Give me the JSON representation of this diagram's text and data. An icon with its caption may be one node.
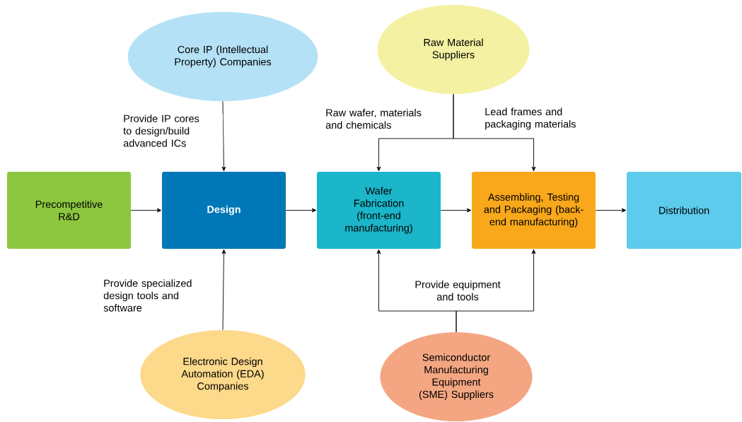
{
  "diagram": {
    "nodes": [
      {
        "text": [
          "Core IP (Intellectual Property) Companies"
        ]
      },
      {
        "text": [
          "Raw Material Suppliers"
        ]
      },
      {
        "text": [
          "Precompetitive R&D"
        ]
      },
      {
        "text": [
          "Design"
        ]
      },
      {
        "text": [
          "Wafer Fabrication (front-end manufacturing)"
        ]
      },
      {
        "text": [
          "Assembling, Testing and Packaging (back-end manufacturing)"
        ]
      },
      {
        "text": [
          "Distribution"
        ]
      },
      {
        "text": [
          "Electronic Design Automation (EDA) Companies"
        ]
      },
      {
        "text": [
          "Semiconductor Manufacturing Equipment (SME) Suppliers"
        ]
      }
    ],
    "edges": [
      {
        "from": 0,
        "to": 3,
        "arrow": "to",
        "label": "Provide IP cores to design/build advanced ICs"
      },
      {
        "from": 7,
        "to": 3,
        "arrow": "to",
        "label": "Provide specialized design tools and software"
      },
      {
        "from": 1,
        "to": 4,
        "arrow": "to",
        "label": "Raw wafer, materials and chemicals"
      },
      {
        "from": 1,
        "to": 5,
        "arrow": "to",
        "label": "Lead frames and packaging materials"
      },
      {
        "from": 8,
        "to": 4,
        "arrow": "to",
        "label": "Provide equipment and tools"
      },
      {
        "from": 8,
        "to": 5,
        "arrow": "to"
      },
      {
        "from": 2,
        "to": 3,
        "arrow": "to"
      },
      {
        "from": 3,
        "to": 4,
        "arrow": "to"
      },
      {
        "from": 4,
        "to": 5,
        "arrow": "to"
      },
      {
        "from": 5,
        "to": 6,
        "arrow": "to"
      }
    ]
  }
}
